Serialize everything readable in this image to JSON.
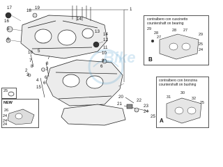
{
  "watermark": "Bike",
  "callouts": {
    "n1": "1",
    "n2": "2",
    "n3": "3",
    "n4": "4",
    "n5": "5",
    "n6": "6",
    "n7": "7",
    "n8": "8",
    "n9": "9",
    "n10": "10",
    "n11": "11",
    "n12": "12",
    "n13": "13",
    "n14": "14",
    "n15": "15",
    "n16": "16",
    "n17": "17",
    "n18": "18",
    "n19": "19",
    "n20": "20",
    "n21": "21",
    "n22": "22",
    "n23": "23",
    "n24": "24",
    "n25": "25",
    "n26": "26",
    "n27": "27",
    "n28": "28",
    "n29": "29",
    "n30": "30",
    "n31": "31",
    "n32": "32"
  },
  "insets": {
    "b": {
      "line1": "contralbero con cuscinetto",
      "line2": "countershaft on bearing",
      "letter": "B"
    },
    "a": {
      "line1": "contralbero con bronzina",
      "line2": "countershaft on bushing",
      "letter": "A"
    },
    "new": {
      "label": "NEW"
    }
  },
  "colors": {
    "line": "#222222",
    "part": "#555555",
    "fill": "#e8e8e8"
  }
}
